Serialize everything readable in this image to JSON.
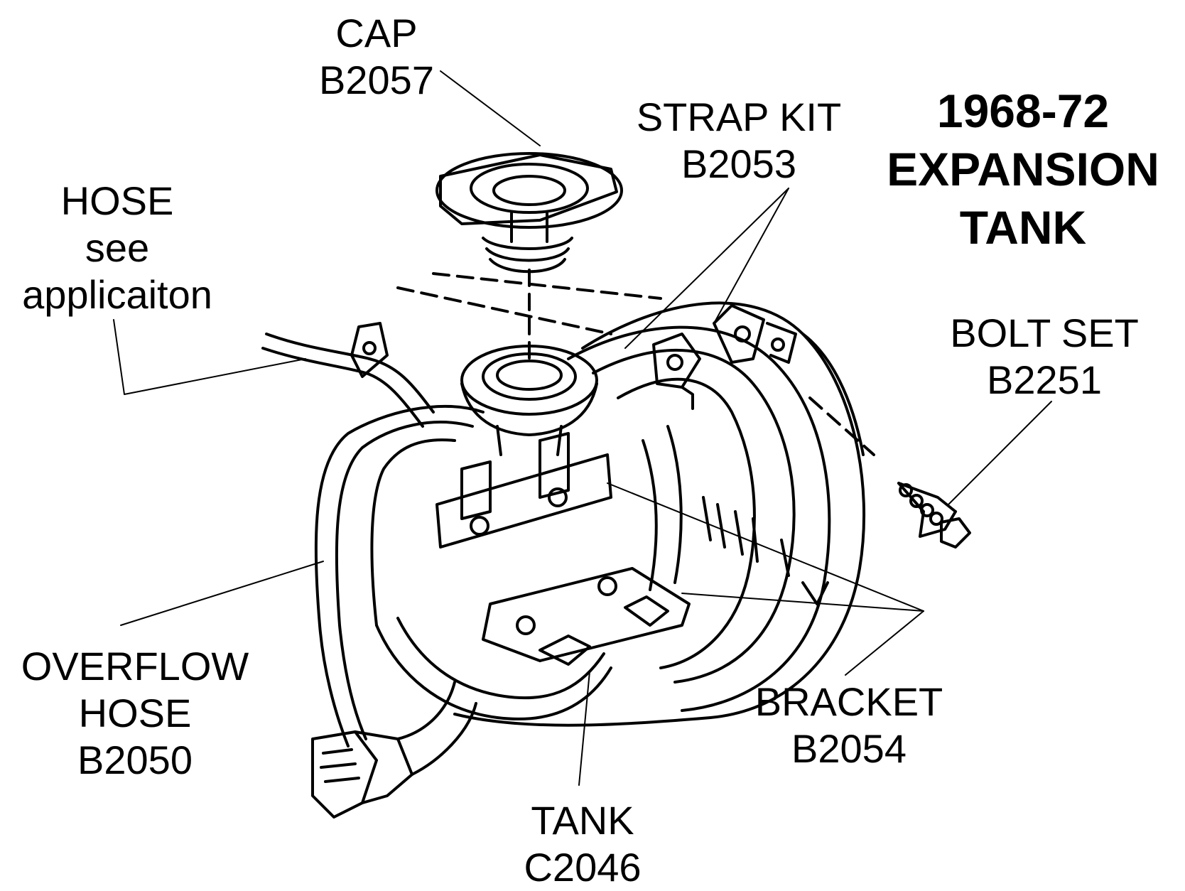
{
  "title": {
    "line1": "1968-72",
    "line2": "EXPANSION",
    "line3": "TANK"
  },
  "labels": {
    "cap": {
      "name": "CAP",
      "part": "B2057"
    },
    "strap_kit": {
      "name": "STRAP KIT",
      "part": "B2053"
    },
    "hose": {
      "name": "HOSE",
      "line2": "see",
      "line3": "applicaiton"
    },
    "bolt_set": {
      "name": "BOLT SET",
      "part": "B2251"
    },
    "overflow_hose": {
      "name": "OVERFLOW",
      "line2": "HOSE",
      "part": "B2050"
    },
    "bracket": {
      "name": "BRACKET",
      "part": "B2054"
    },
    "tank": {
      "name": "TANK",
      "part": "C2046"
    }
  }
}
